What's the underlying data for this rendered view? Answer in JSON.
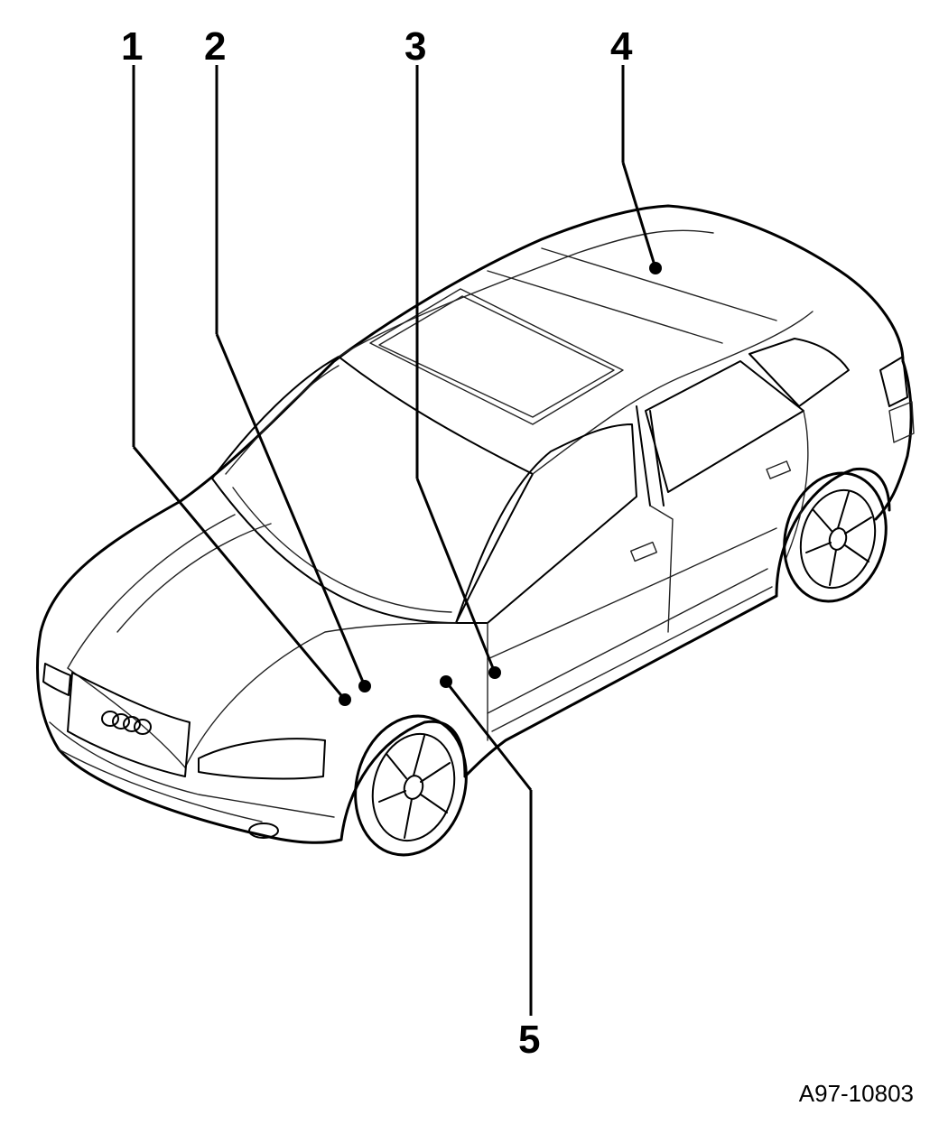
{
  "callouts": [
    {
      "id": "1",
      "label": "1"
    },
    {
      "id": "2",
      "label": "2"
    },
    {
      "id": "3",
      "label": "3"
    },
    {
      "id": "4",
      "label": "4"
    },
    {
      "id": "5",
      "label": "5"
    }
  ],
  "figure_ref": "A97-10803",
  "car_badge": "four-rings-logo"
}
